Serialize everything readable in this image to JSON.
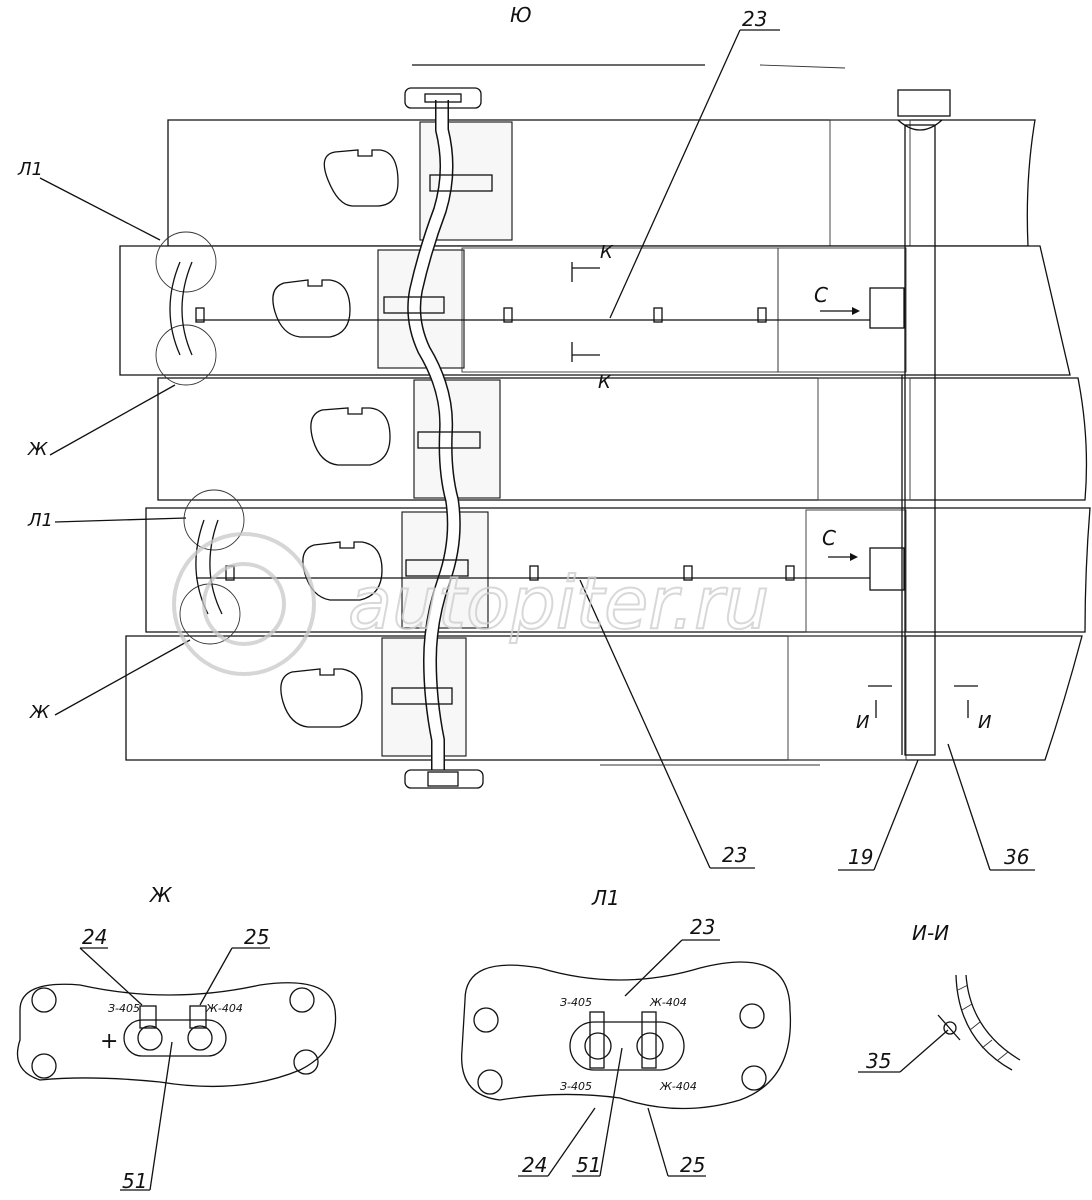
{
  "view": {
    "top_label": "Ю",
    "callouts": {
      "c23_top": "23",
      "c23_bottom": "23",
      "c19": "19",
      "c36": "36",
      "l1_upper": "Л1",
      "l1_lower": "Л1",
      "zh_upper": "Ж",
      "zh_lower": "Ж",
      "section_k_upper": "К",
      "section_k_lower": "К",
      "arrow_c_upper": "С",
      "arrow_c_lower": "С",
      "section_i_left": "И",
      "section_i_right": "И"
    }
  },
  "detail_zh": {
    "title": "Ж",
    "c24": "24",
    "c25": "25",
    "c51": "51",
    "wire_left": "З-405",
    "wire_right": "Ж-404",
    "plus": "+"
  },
  "detail_l1": {
    "title": "Л1",
    "c23": "23",
    "c24": "24",
    "c51": "51",
    "c25": "25",
    "wire_top_left": "З-405",
    "wire_top_right": "Ж-404",
    "wire_bottom_left": "З-405",
    "wire_bottom_right": "Ж-404"
  },
  "detail_ii": {
    "title": "И-И",
    "c35": "35"
  },
  "watermark": {
    "text": "autopiter.ru"
  }
}
